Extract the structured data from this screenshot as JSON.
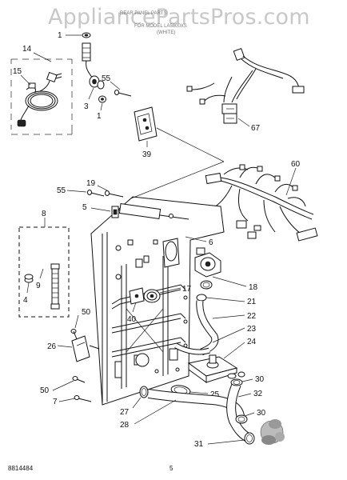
{
  "watermark": "AppliancePartsPros.com",
  "header": {
    "line1": "REAR PANEL PARTS",
    "line2": "FOR MODEL LA5800XS",
    "line3": "(WHITE)"
  },
  "footer": {
    "code": "8814484",
    "page": "5"
  },
  "callouts": {
    "c1a": "1",
    "c14": "14",
    "c15": "15",
    "c3": "3",
    "c55a": "55",
    "c1b": "1",
    "c39": "39",
    "c67": "67",
    "c60": "60",
    "c19": "19",
    "c55b": "55",
    "c5": "5",
    "c8": "8",
    "c6": "6",
    "c9": "9",
    "c4": "4",
    "c17": "17",
    "c18": "18",
    "c21": "21",
    "c22": "22",
    "c40": "40",
    "c50a": "50",
    "c23": "23",
    "c24": "24",
    "c26": "26",
    "c30a": "30",
    "c25": "25",
    "c50b": "50",
    "c32": "32",
    "c7": "7",
    "c27": "27",
    "c30b": "30",
    "c28": "28",
    "c31": "31"
  }
}
